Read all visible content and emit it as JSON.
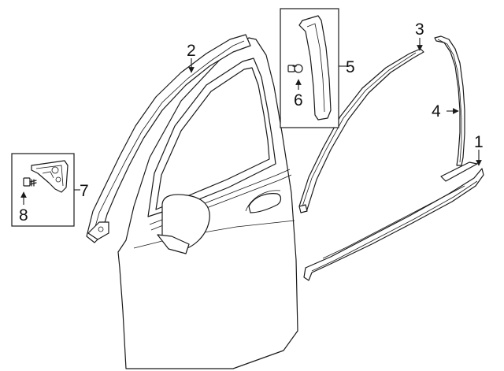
{
  "callouts": {
    "c1": "1",
    "c2": "2",
    "c3": "3",
    "c4": "4",
    "c5": "5",
    "c6": "6",
    "c7": "7",
    "c8": "8"
  },
  "colors": {
    "stroke": "#1a1a1a",
    "background": "#ffffff"
  }
}
